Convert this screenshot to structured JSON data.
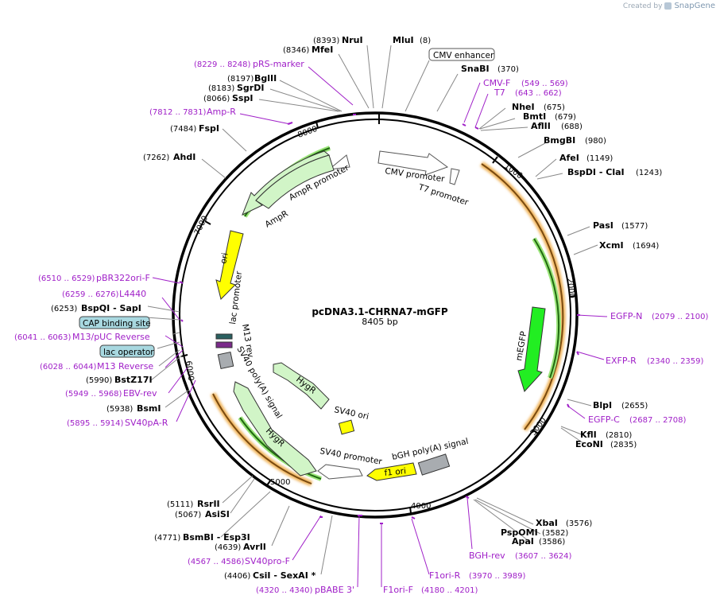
{
  "credit": {
    "prefix": "Created by",
    "brand": "SnapGene"
  },
  "plasmid": {
    "name": "pcDNA3.1-CHRNA7-mGFP",
    "size": "8405 bp",
    "length": 8405
  },
  "ticks": [
    "1000",
    "2000",
    "3000",
    "4000",
    "5000",
    "6000",
    "7000",
    "8000"
  ],
  "enzymes": [
    {
      "name": "NruI",
      "pos": "(8393)"
    },
    {
      "name": "MluI",
      "pos": "(8)"
    },
    {
      "name": "MfeI",
      "pos": "(8346)"
    },
    {
      "name": "SnaBI",
      "pos": "(370)"
    },
    {
      "name": "BglII",
      "pos": "(8197)"
    },
    {
      "name": "SgrDI",
      "pos": "(8183)"
    },
    {
      "name": "SspI",
      "pos": "(8066)"
    },
    {
      "name": "NheI",
      "pos": "(675)"
    },
    {
      "name": "BmtI",
      "pos": "(679)"
    },
    {
      "name": "AflII",
      "pos": "(688)"
    },
    {
      "name": "FspI",
      "pos": "(7484)"
    },
    {
      "name": "BmgBI",
      "pos": "(980)"
    },
    {
      "name": "AhdI",
      "pos": "(7262)"
    },
    {
      "name": "AfeI",
      "pos": "(1149)"
    },
    {
      "name": "BspDI - ClaI",
      "pos": "(1243)"
    },
    {
      "name": "PasI",
      "pos": "(1577)"
    },
    {
      "name": "XcmI",
      "pos": "(1694)"
    },
    {
      "name": "BspQI - SapI",
      "pos": "(6253)"
    },
    {
      "name": "BstZ17I",
      "pos": "(5990)"
    },
    {
      "name": "BsmI",
      "pos": "(5938)"
    },
    {
      "name": "BlpI",
      "pos": "(2655)"
    },
    {
      "name": "KflI",
      "pos": "(2810)"
    },
    {
      "name": "EcoNI",
      "pos": "(2835)"
    },
    {
      "name": "RsrII",
      "pos": "(5111)"
    },
    {
      "name": "AsiSI",
      "pos": "(5067)"
    },
    {
      "name": "BsmBI - Esp3I",
      "pos": "(4771)"
    },
    {
      "name": "AvrII",
      "pos": "(4639)"
    },
    {
      "name": "XbaI",
      "pos": "(3576)"
    },
    {
      "name": "PspOMI",
      "pos": "(3582)"
    },
    {
      "name": "ApaI",
      "pos": "(3586)"
    },
    {
      "name": "CsiI - SexAI *",
      "pos": "(4406)"
    }
  ],
  "primers": [
    {
      "name": "pRS-marker",
      "range": "(8229 .. 8248)"
    },
    {
      "name": "CMV-F",
      "range": "(549 .. 569)"
    },
    {
      "name": "T7",
      "range": "(643 .. 662)"
    },
    {
      "name": "Amp-R",
      "range": "(7812 .. 7831)"
    },
    {
      "name": "pBR322ori-F",
      "range": "(6510 .. 6529)"
    },
    {
      "name": "L4440",
      "range": "(6259 .. 6276)"
    },
    {
      "name": "M13/pUC Reverse",
      "range": "(6041 .. 6063)"
    },
    {
      "name": "M13 Reverse",
      "range": "(6028 .. 6044)"
    },
    {
      "name": "EBV-rev",
      "range": "(5949 .. 5968)"
    },
    {
      "name": "SV40pA-R",
      "range": "(5895 .. 5914)"
    },
    {
      "name": "EGFP-N",
      "range": "(2079 .. 2100)"
    },
    {
      "name": "EXFP-R",
      "range": "(2340 .. 2359)"
    },
    {
      "name": "EGFP-C",
      "range": "(2687 .. 2708)"
    },
    {
      "name": "SV40pro-F",
      "range": "(4567 .. 4586)"
    },
    {
      "name": "pBABE 3'",
      "range": "(4320 .. 4340)"
    },
    {
      "name": "F1ori-F",
      "range": "(4180 .. 4201)"
    },
    {
      "name": "F1ori-R",
      "range": "(3970 .. 3989)"
    },
    {
      "name": "BGH-rev",
      "range": "(3607 .. 3624)"
    }
  ],
  "boxed": [
    {
      "name": "CMV enhancer"
    },
    {
      "name": "CAP binding site"
    },
    {
      "name": "lac operator"
    }
  ],
  "features": [
    {
      "name": "CMV promoter"
    },
    {
      "name": "T7 promoter"
    },
    {
      "name": "AmpR promoter"
    },
    {
      "name": "AmpR"
    },
    {
      "name": "ori"
    },
    {
      "name": "lac promoter"
    },
    {
      "name": "M13 rev"
    },
    {
      "name": "SV40 poly(A) signal"
    },
    {
      "name": "HygR"
    },
    {
      "name": "HygR"
    },
    {
      "name": "SV40 ori"
    },
    {
      "name": "SV40 promoter"
    },
    {
      "name": "bGH poly(A) signal"
    },
    {
      "name": "f1 ori"
    },
    {
      "name": "mEGFP"
    }
  ]
}
